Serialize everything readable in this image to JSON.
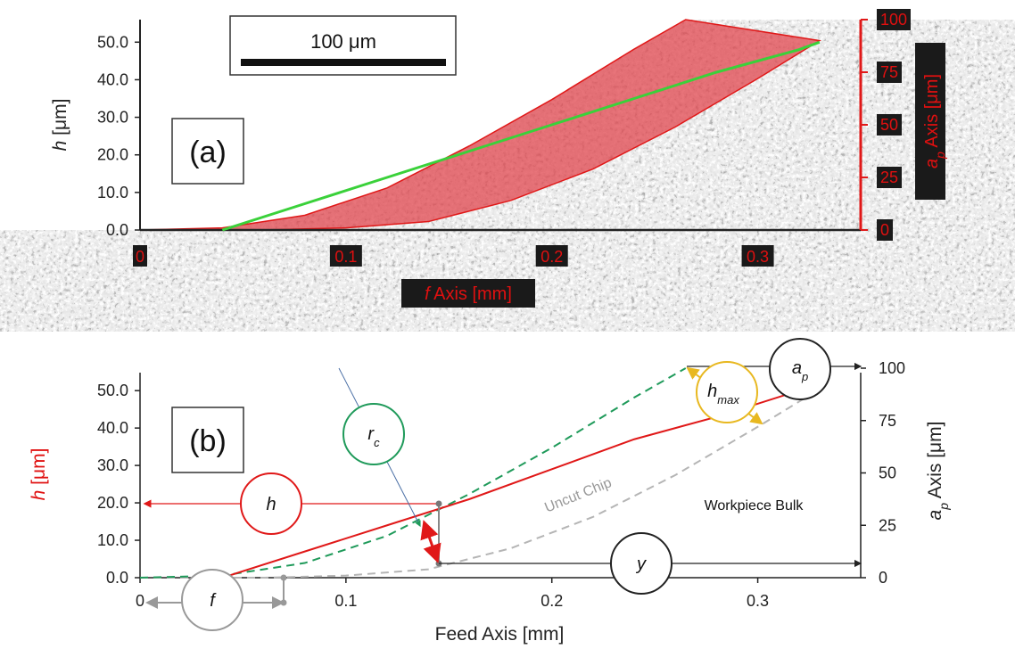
{
  "colors": {
    "h_line": "#e01818",
    "panel_a_h_line": "#3ad13a",
    "radius_curve": "#1f9a5a",
    "bulk_curve": "#b5b5b5",
    "chip_fill": "#e0454d",
    "hmax_circle": "#e8b820",
    "axis_red": "#e01010",
    "micrograph_dark": "#2a2a2a"
  },
  "panel_a": {
    "label": "(a)",
    "scale_bar": "100 μm",
    "h_axis_label_italic": "h",
    "h_axis_label_unit": "[μm]",
    "h_ticks": [
      "0.0",
      "10.0",
      "20.0",
      "30.0",
      "40.0",
      "50.0"
    ],
    "f_ticks": [
      "0",
      "0.1",
      "0.2",
      "0.3"
    ],
    "f_axis_label_italic": "f",
    "f_axis_label_rest": "Axis [mm]",
    "ap_ticks": [
      "0",
      "25",
      "50",
      "75",
      "100"
    ],
    "ap_axis_label_italic": "a",
    "ap_axis_label_sub": "p",
    "ap_axis_label_rest": "Axis [μm]"
  },
  "panel_b": {
    "label": "(b)",
    "h_axis_label_italic": "h",
    "h_axis_label_unit": "[μm]",
    "h_ticks": [
      "0.0",
      "10.0",
      "20.0",
      "30.0",
      "40.0",
      "50.0"
    ],
    "f_ticks": [
      "0",
      "0.1",
      "0.2",
      "0.3"
    ],
    "x_label": "Feed Axis [mm]",
    "ap_ticks": [
      "0",
      "25",
      "50",
      "75",
      "100"
    ],
    "ap_axis_label_italic": "a",
    "ap_axis_label_sub": "p",
    "ap_axis_label_rest": "Axis [μm]",
    "annotations": {
      "h": "h",
      "y": "y",
      "f": "f",
      "r": "r",
      "r_sub": "c",
      "ap": "a",
      "ap_sub": "p",
      "hmax": "h",
      "hmax_sub": "max",
      "uncut_chip": "Uncut Chip",
      "workpiece_bulk": "Workpiece Bulk"
    }
  },
  "chart_data": [
    {
      "type": "line",
      "panel": "a",
      "xlabel": "f Axis [mm]",
      "ylabel": "h [μm]",
      "y2label": "ap Axis [μm]",
      "xlim": [
        0,
        0.35
      ],
      "ylim": [
        0,
        56
      ],
      "y2lim": [
        0,
        100
      ],
      "series": [
        {
          "x": [
            0.04,
            0.08,
            0.12,
            0.16,
            0.2,
            0.24,
            0.28,
            0.32,
            0.33
          ],
          "y": [
            0,
            7,
            14,
            21,
            28,
            35,
            42,
            48,
            50
          ]
        }
      ]
    },
    {
      "type": "line",
      "panel": "b",
      "xlabel": "Feed Axis [mm]",
      "ylabel": "h [μm]",
      "y2label": "ap Axis [μm]",
      "xlim": [
        0,
        0.35
      ],
      "ylim": [
        0,
        56
      ],
      "y2lim": [
        0,
        100
      ],
      "series": [
        {
          "x": [
            0.04,
            0.08,
            0.12,
            0.16,
            0.2,
            0.24,
            0.28,
            0.32
          ],
          "y": [
            0,
            7,
            14,
            21,
            29,
            37,
            43,
            50
          ]
        },
        {
          "x": [
            0,
            0.04,
            0.08,
            0.12,
            0.16,
            0.2,
            0.24,
            0.265
          ],
          "y2": [
            0,
            1,
            7,
            20,
            40,
            62,
            86,
            100
          ]
        },
        {
          "x": [
            0,
            0.06,
            0.1,
            0.14,
            0.18,
            0.22,
            0.26,
            0.3,
            0.33
          ],
          "y2": [
            0,
            0,
            1,
            4,
            14,
            29,
            49,
            72,
            90
          ]
        }
      ]
    }
  ]
}
